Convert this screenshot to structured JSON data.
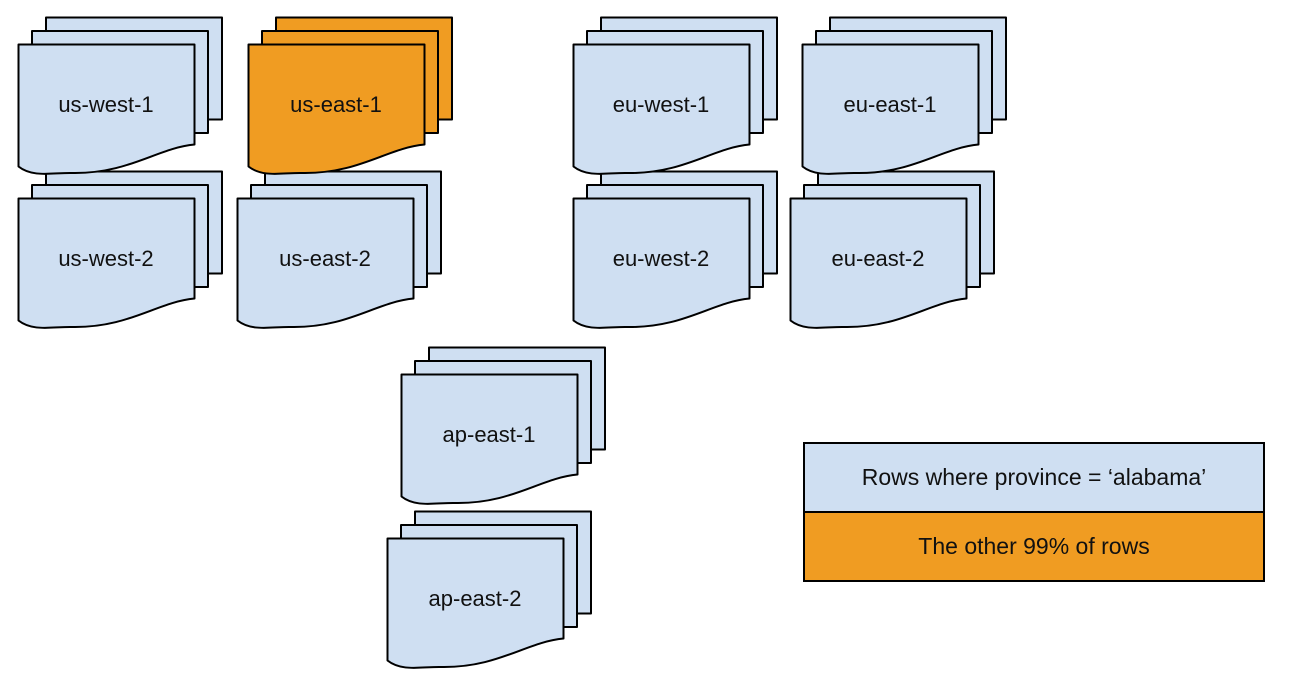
{
  "colors": {
    "partition_fill": "#cfdff2",
    "highlight_fill": "#f09c22",
    "outline": "#000000",
    "text": "#111111",
    "background": "#ffffff"
  },
  "stacks": [
    {
      "id": "us-west-1",
      "label": "us-west-1",
      "variant": "partition"
    },
    {
      "id": "us-east-1",
      "label": "us-east-1",
      "variant": "highlight"
    },
    {
      "id": "eu-west-1",
      "label": "eu-west-1",
      "variant": "partition"
    },
    {
      "id": "eu-east-1",
      "label": "eu-east-1",
      "variant": "partition"
    },
    {
      "id": "us-west-2",
      "label": "us-west-2",
      "variant": "partition"
    },
    {
      "id": "us-east-2",
      "label": "us-east-2",
      "variant": "partition"
    },
    {
      "id": "eu-west-2",
      "label": "eu-west-2",
      "variant": "partition"
    },
    {
      "id": "eu-east-2",
      "label": "eu-east-2",
      "variant": "partition"
    },
    {
      "id": "ap-east-1",
      "label": "ap-east-1",
      "variant": "partition"
    },
    {
      "id": "ap-east-2",
      "label": "ap-east-2",
      "variant": "partition"
    }
  ],
  "legend": {
    "items": [
      {
        "label": "Rows where province = ‘alabama’",
        "variant": "partition"
      },
      {
        "label": "The other 99% of rows",
        "variant": "highlight"
      }
    ]
  }
}
